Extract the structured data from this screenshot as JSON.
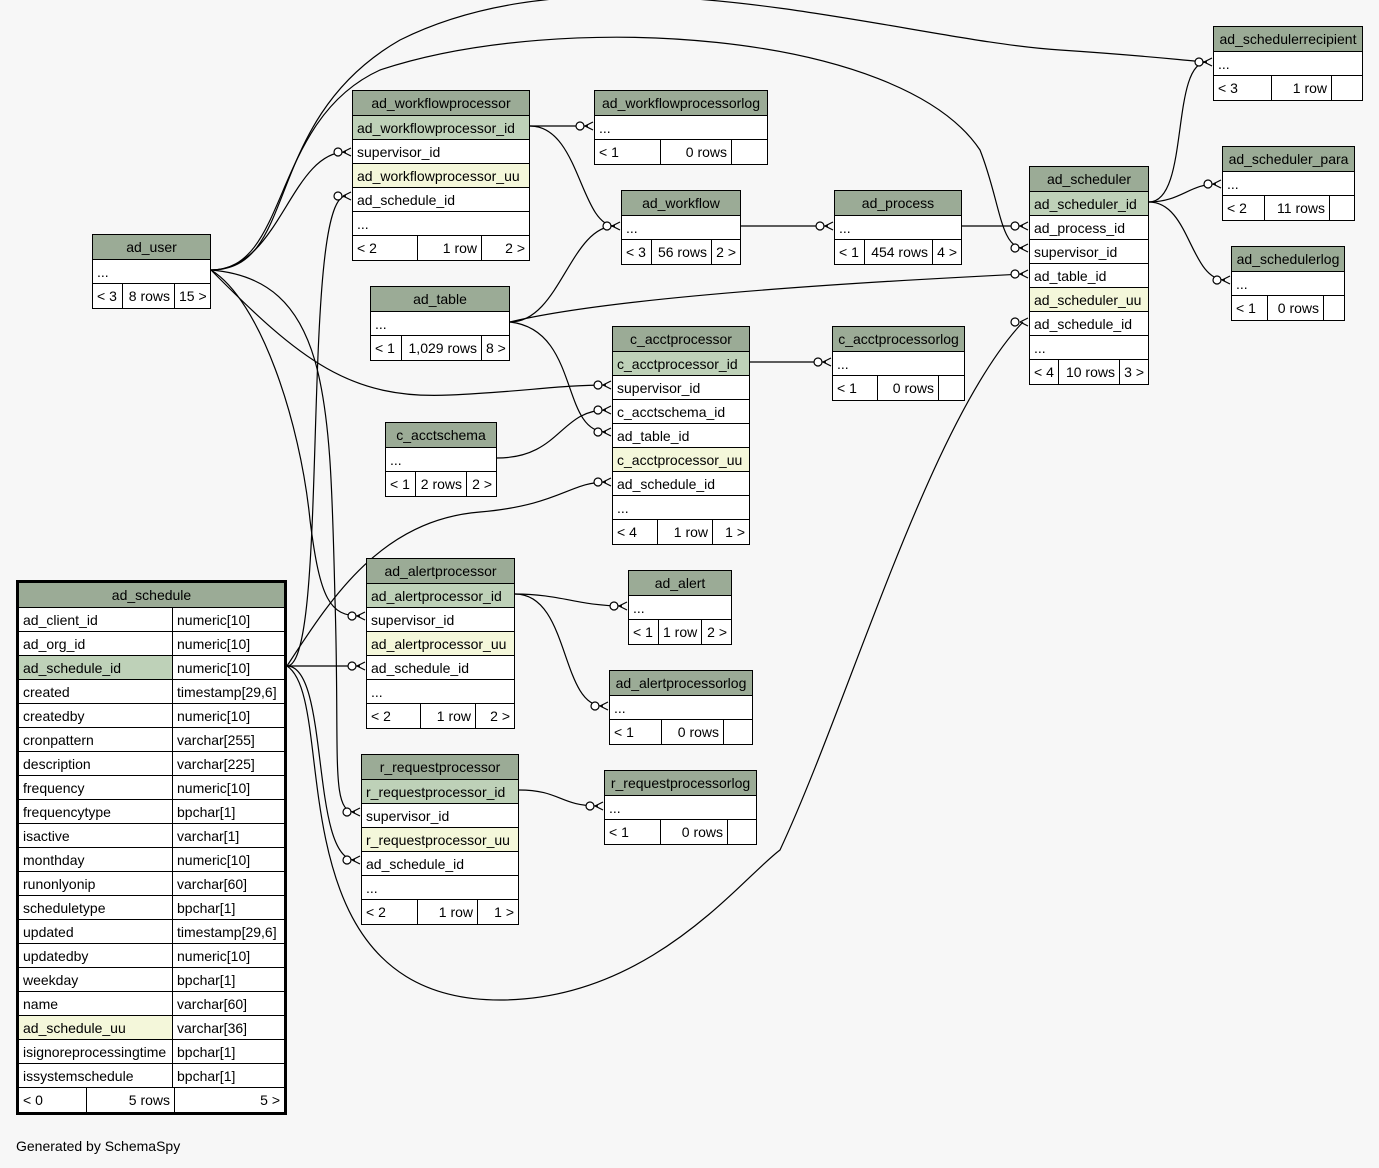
{
  "footer_note": "Generated by SchemaSpy",
  "colors": {
    "header": "#9bab96",
    "primary_key": "#bed1b8",
    "unique": "#f4f7da",
    "background": "#f7f7f7"
  },
  "tables": {
    "ad_schedulerrecipient": {
      "name": "ad_schedulerrecipient",
      "rows": [
        "..."
      ],
      "footer": [
        "< 3",
        "1 row",
        ""
      ]
    },
    "ad_workflowprocessor": {
      "name": "ad_workflowprocessor",
      "rows": [
        "ad_workflowprocessor_id",
        "supervisor_id",
        "ad_workflowprocessor_uu",
        "ad_schedule_id",
        "..."
      ],
      "footer": [
        "< 2",
        "1 row",
        "2 >"
      ]
    },
    "ad_workflowprocessorlog": {
      "name": "ad_workflowprocessorlog",
      "rows": [
        "..."
      ],
      "footer": [
        "< 1",
        "0 rows",
        ""
      ]
    },
    "ad_scheduler_para": {
      "name": "ad_scheduler_para",
      "rows": [
        "..."
      ],
      "footer": [
        "< 2",
        "11 rows",
        ""
      ]
    },
    "ad_scheduler": {
      "name": "ad_scheduler",
      "rows": [
        "ad_scheduler_id",
        "ad_process_id",
        "supervisor_id",
        "ad_table_id",
        "ad_scheduler_uu",
        "ad_schedule_id",
        "..."
      ],
      "footer": [
        "< 4",
        "10 rows",
        "3 >"
      ]
    },
    "ad_workflow": {
      "name": "ad_workflow",
      "rows": [
        "..."
      ],
      "footer": [
        "< 3",
        "56 rows",
        "2 >"
      ]
    },
    "ad_process": {
      "name": "ad_process",
      "rows": [
        "..."
      ],
      "footer": [
        "< 1",
        "454 rows",
        "4 >"
      ]
    },
    "ad_user": {
      "name": "ad_user",
      "rows": [
        "..."
      ],
      "footer": [
        "< 3",
        "8 rows",
        "15 >"
      ]
    },
    "ad_schedulerlog": {
      "name": "ad_schedulerlog",
      "rows": [
        "..."
      ],
      "footer": [
        "< 1",
        "0 rows",
        ""
      ]
    },
    "ad_table": {
      "name": "ad_table",
      "rows": [
        "..."
      ],
      "footer": [
        "< 1",
        "1,029 rows",
        "8 >"
      ]
    },
    "c_acctprocessor": {
      "name": "c_acctprocessor",
      "rows": [
        "c_acctprocessor_id",
        "supervisor_id",
        "c_acctschema_id",
        "ad_table_id",
        "c_acctprocessor_uu",
        "ad_schedule_id",
        "..."
      ],
      "footer": [
        "< 4",
        "1 row",
        "1 >"
      ]
    },
    "c_acctprocessorlog": {
      "name": "c_acctprocessorlog",
      "rows": [
        "..."
      ],
      "footer": [
        "< 1",
        "0 rows",
        ""
      ]
    },
    "c_acctschema": {
      "name": "c_acctschema",
      "rows": [
        "..."
      ],
      "footer": [
        "< 1",
        "2 rows",
        "2 >"
      ]
    },
    "ad_alertprocessor": {
      "name": "ad_alertprocessor",
      "rows": [
        "ad_alertprocessor_id",
        "supervisor_id",
        "ad_alertprocessor_uu",
        "ad_schedule_id",
        "..."
      ],
      "footer": [
        "< 2",
        "1 row",
        "2 >"
      ]
    },
    "ad_alert": {
      "name": "ad_alert",
      "rows": [
        "..."
      ],
      "footer": [
        "< 1",
        "1 row",
        "2 >"
      ]
    },
    "ad_alertprocessorlog": {
      "name": "ad_alertprocessorlog",
      "rows": [
        "..."
      ],
      "footer": [
        "< 1",
        "0 rows",
        ""
      ]
    },
    "r_requestprocessor": {
      "name": "r_requestprocessor",
      "rows": [
        "r_requestprocessor_id",
        "supervisor_id",
        "r_requestprocessor_uu",
        "ad_schedule_id",
        "..."
      ],
      "footer": [
        "< 2",
        "1 row",
        "1 >"
      ]
    },
    "r_requestprocessorlog": {
      "name": "r_requestprocessorlog",
      "rows": [
        "..."
      ],
      "footer": [
        "< 1",
        "0 rows",
        ""
      ]
    },
    "ad_schedule": {
      "name": "ad_schedule",
      "columns": [
        [
          "ad_client_id",
          "numeric[10]"
        ],
        [
          "ad_org_id",
          "numeric[10]"
        ],
        [
          "ad_schedule_id",
          "numeric[10]"
        ],
        [
          "created",
          "timestamp[29,6]"
        ],
        [
          "createdby",
          "numeric[10]"
        ],
        [
          "cronpattern",
          "varchar[255]"
        ],
        [
          "description",
          "varchar[225]"
        ],
        [
          "frequency",
          "numeric[10]"
        ],
        [
          "frequencytype",
          "bpchar[1]"
        ],
        [
          "isactive",
          "varchar[1]"
        ],
        [
          "monthday",
          "numeric[10]"
        ],
        [
          "runonlyonip",
          "varchar[60]"
        ],
        [
          "scheduletype",
          "bpchar[1]"
        ],
        [
          "updated",
          "timestamp[29,6]"
        ],
        [
          "updatedby",
          "numeric[10]"
        ],
        [
          "weekday",
          "bpchar[1]"
        ],
        [
          "name",
          "varchar[60]"
        ],
        [
          "ad_schedule_uu",
          "varchar[36]"
        ],
        [
          "isignoreprocessingtime",
          "bpchar[1]"
        ],
        [
          "issystemschedule",
          "bpchar[1]"
        ]
      ],
      "footer": [
        "< 0",
        "5 rows",
        "5 >"
      ]
    }
  }
}
